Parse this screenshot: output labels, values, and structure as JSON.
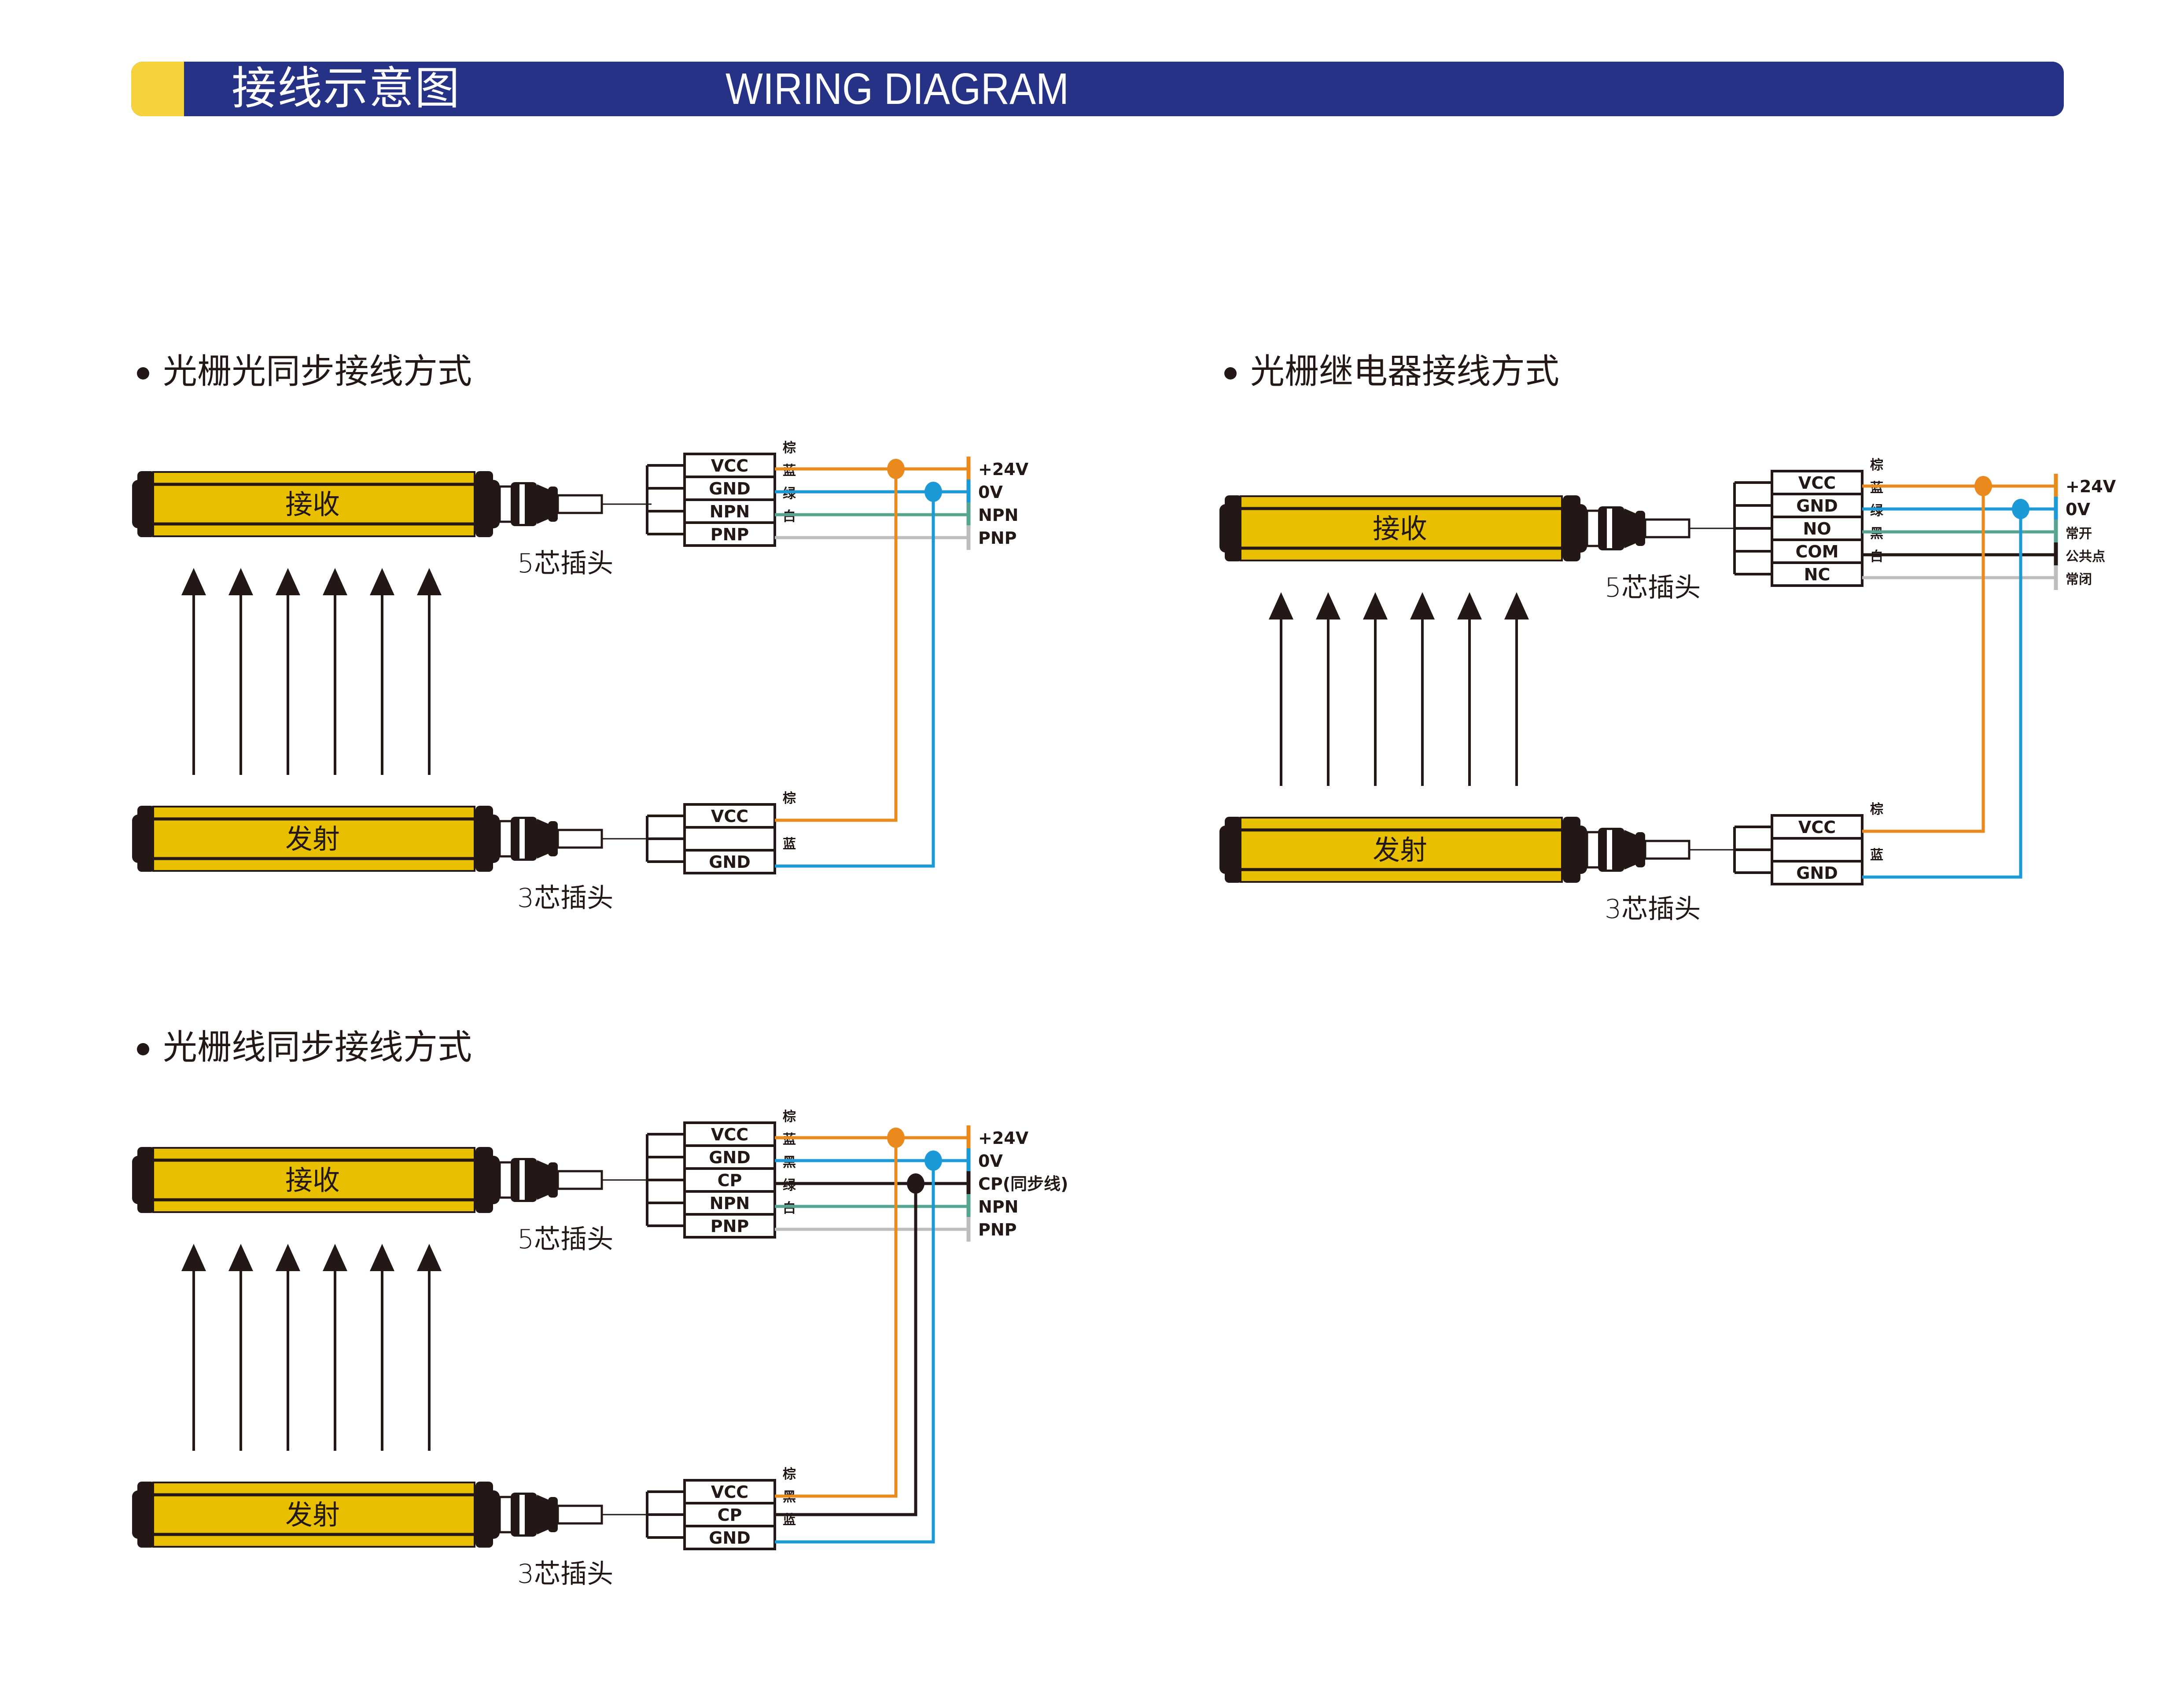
{
  "header": {
    "title_cn": "接线示意图",
    "title_en": "WIRING DIAGRAM",
    "colors": {
      "bar": "#263286",
      "accent": "#f6d33c"
    }
  },
  "wire_colors": {
    "brown": "#ea8a1c",
    "blue": "#1c9ad8",
    "green": "#57a591",
    "white": "#bdbdbd",
    "black": "#231815"
  },
  "device_colors": {
    "body": "#e8c000",
    "end_cap": "#231815"
  },
  "diagrams": [
    {
      "id": "light-sync",
      "title": "光栅光同步接线方式",
      "receiver": {
        "label": "接收",
        "plug_label": "5芯插头",
        "pins": [
          {
            "name": "VCC",
            "wire": "棕",
            "color": "brown",
            "terminal": "+24V"
          },
          {
            "name": "GND",
            "wire": "蓝",
            "color": "blue",
            "terminal": "0V"
          },
          {
            "name": "NPN",
            "wire": "绿",
            "color": "green",
            "terminal": "NPN"
          },
          {
            "name": "PNP",
            "wire": "白",
            "color": "white",
            "terminal": "PNP"
          }
        ]
      },
      "emitter": {
        "label": "发射",
        "plug_label": "3芯插头",
        "pins": [
          {
            "name": "VCC",
            "wire": "棕",
            "color": "brown"
          },
          {
            "name": "",
            "wire": "",
            "color": ""
          },
          {
            "name": "GND",
            "wire": "蓝",
            "color": "blue"
          }
        ]
      },
      "beam_count": 6
    },
    {
      "id": "relay",
      "title": "光栅继电器接线方式",
      "receiver": {
        "label": "接收",
        "plug_label": "5芯插头",
        "pins": [
          {
            "name": "VCC",
            "wire": "棕",
            "color": "brown",
            "terminal": "+24V"
          },
          {
            "name": "GND",
            "wire": "蓝",
            "color": "blue",
            "terminal": "0V"
          },
          {
            "name": "NO",
            "wire": "绿",
            "color": "green",
            "terminal": "常开"
          },
          {
            "name": "COM",
            "wire": "黑",
            "color": "black",
            "terminal": "公共点"
          },
          {
            "name": "NC",
            "wire": "白",
            "color": "white",
            "terminal": "常闭"
          }
        ]
      },
      "emitter": {
        "label": "发射",
        "plug_label": "3芯插头",
        "pins": [
          {
            "name": "VCC",
            "wire": "棕",
            "color": "brown"
          },
          {
            "name": "",
            "wire": "",
            "color": ""
          },
          {
            "name": "GND",
            "wire": "蓝",
            "color": "blue"
          }
        ]
      },
      "beam_count": 6
    },
    {
      "id": "line-sync",
      "title": "光栅线同步接线方式",
      "receiver": {
        "label": "接收",
        "plug_label": "5芯插头",
        "pins": [
          {
            "name": "VCC",
            "wire": "棕",
            "color": "brown",
            "terminal": "+24V"
          },
          {
            "name": "GND",
            "wire": "蓝",
            "color": "blue",
            "terminal": "0V"
          },
          {
            "name": "CP",
            "wire": "黑",
            "color": "black",
            "terminal": "CP(同步线)"
          },
          {
            "name": "NPN",
            "wire": "绿",
            "color": "green",
            "terminal": "NPN"
          },
          {
            "name": "PNP",
            "wire": "白",
            "color": "white",
            "terminal": "PNP"
          }
        ]
      },
      "emitter": {
        "label": "发射",
        "plug_label": "3芯插头",
        "pins": [
          {
            "name": "VCC",
            "wire": "棕",
            "color": "brown"
          },
          {
            "name": "CP",
            "wire": "黑",
            "color": "black"
          },
          {
            "name": "GND",
            "wire": "蓝",
            "color": "blue"
          }
        ]
      },
      "beam_count": 6
    }
  ]
}
